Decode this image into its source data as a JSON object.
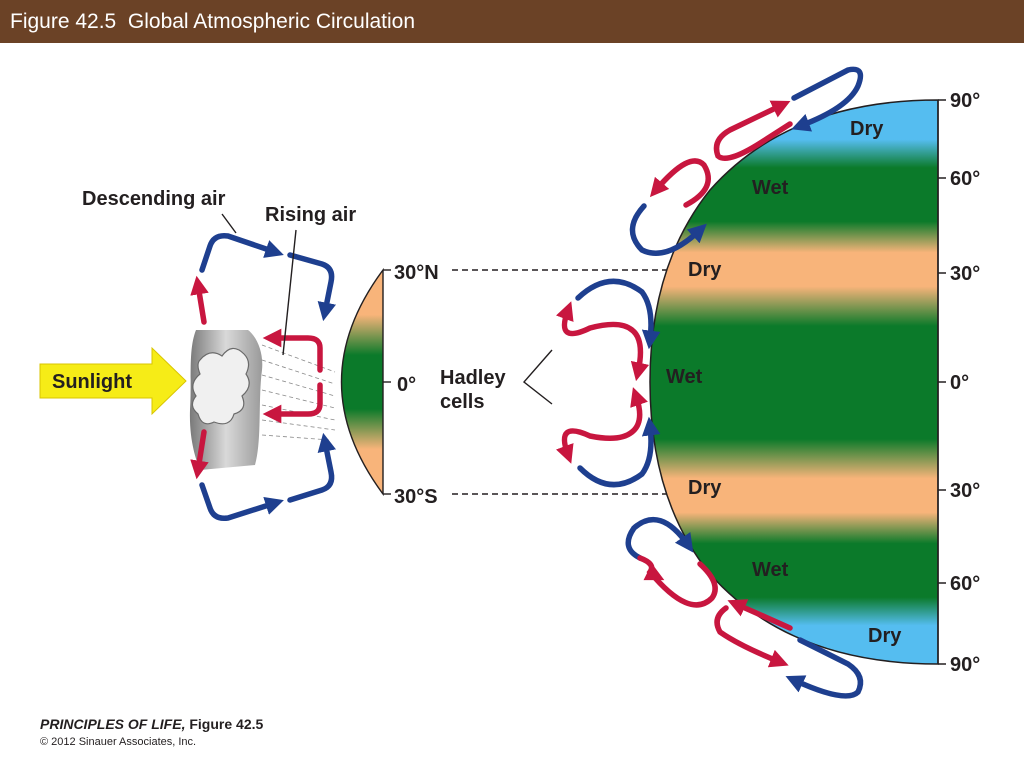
{
  "header": {
    "title": "Figure 42.5  Global Atmospheric Circulation"
  },
  "colors": {
    "header_bg": "#6b4226",
    "rising_air": "#c8163f",
    "descending_air": "#1e3f8f",
    "wet": "#0b7a2a",
    "dry": "#f8b47a",
    "polar_dry": "#55bdf0",
    "sunlight": "#f6ec17"
  },
  "labels": {
    "descending_air": "Descending air",
    "rising_air": "Rising air",
    "sunlight": "Sunlight",
    "hadley_line1": "Hadley",
    "hadley_line2": "cells"
  },
  "small_section": {
    "lat_north": "30°N",
    "lat_equator": "0°",
    "lat_south": "30°S"
  },
  "globe": {
    "zones": [
      "Dry",
      "Wet",
      "Dry",
      "Wet",
      "Dry",
      "Wet",
      "Dry"
    ],
    "latitudes": [
      "90°",
      "60°",
      "30°",
      "0°",
      "30°",
      "60°",
      "90°"
    ]
  },
  "footer": {
    "book": "PRINCIPLES OF LIFE,",
    "figure": " Figure 42.5",
    "copyright": "© 2012 Sinauer Associates, Inc."
  }
}
